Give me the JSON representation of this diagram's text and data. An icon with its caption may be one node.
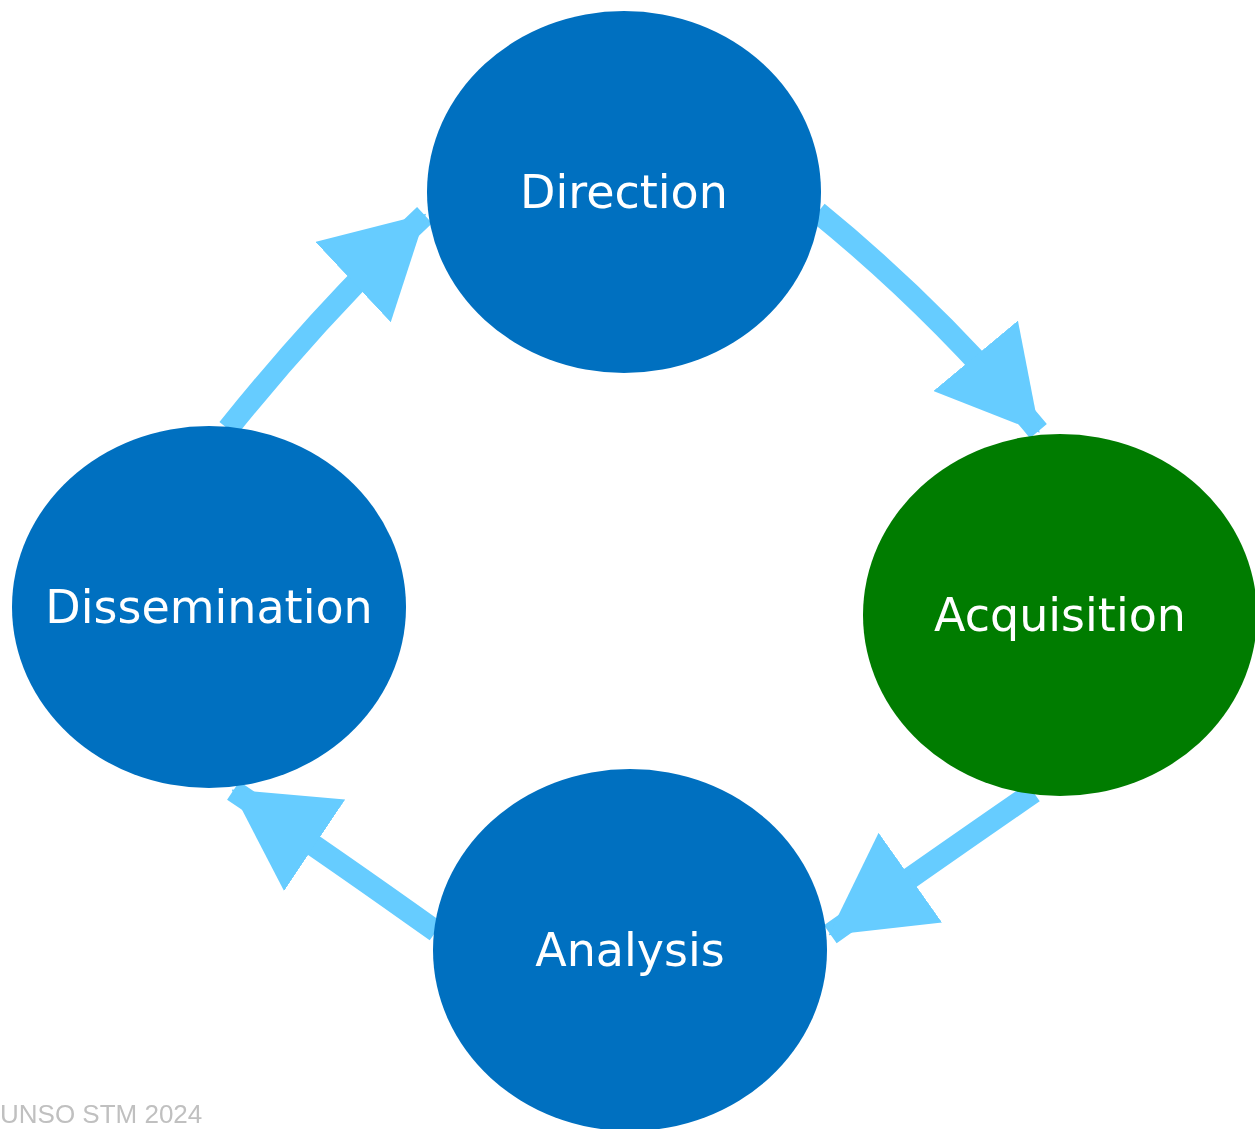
{
  "diagram": {
    "nodes": [
      {
        "text": [
          "Direction"
        ]
      },
      {
        "text": [
          "Acquisition"
        ]
      },
      {
        "text": [
          "Analysis"
        ]
      },
      {
        "text": [
          "Dissemination"
        ]
      }
    ],
    "edges": [
      {
        "from": 0,
        "to": 1,
        "arrow": "to"
      },
      {
        "from": 1,
        "to": 2,
        "arrow": "to"
      },
      {
        "from": 2,
        "to": 3,
        "arrow": "to"
      },
      {
        "from": 3,
        "to": 0,
        "arrow": "to"
      }
    ],
    "labels": [
      "UNSO STM 2024"
    ]
  }
}
